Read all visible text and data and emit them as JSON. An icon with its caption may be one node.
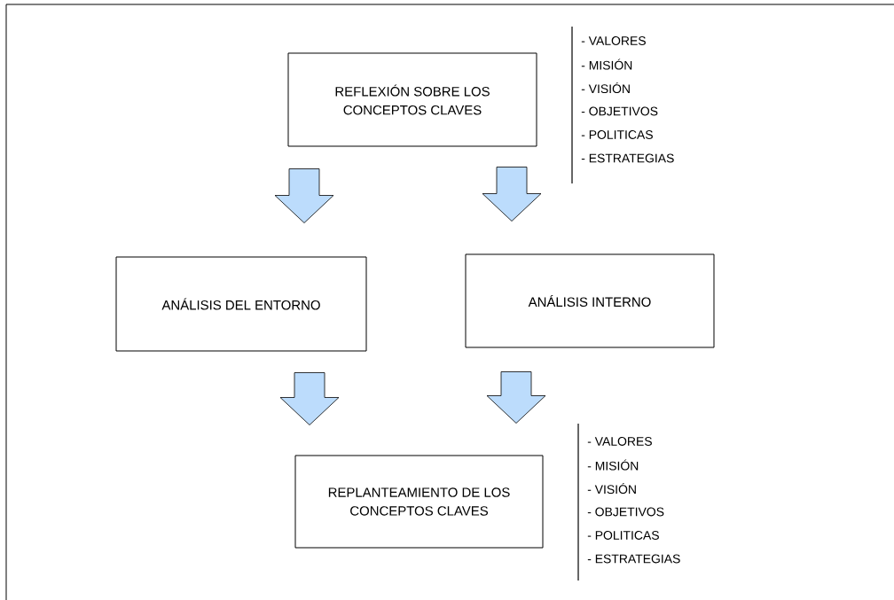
{
  "diagram": {
    "nodes": [
      {
        "text": [
          "REFLEXIÓN SOBRE LOS CONCEPTOS CLAVES"
        ]
      },
      {
        "text": [
          "ANÁLISIS DEL ENTORNO"
        ]
      },
      {
        "text": [
          "ANÁLISIS INTERNO"
        ]
      },
      {
        "text": [
          "REPLANTEAMIENTO DE LOS CONCEPTOS CLAVES"
        ]
      }
    ],
    "edges": [
      {
        "from": 0,
        "to": 1,
        "arrow": "to"
      },
      {
        "from": 0,
        "to": 2,
        "arrow": "to"
      },
      {
        "from": 1,
        "to": 3,
        "arrow": "to"
      },
      {
        "from": 2,
        "to": 3,
        "arrow": "to"
      }
    ],
    "labels": [
      "- VALORES",
      "- MISIÓN",
      "- VISIÓN",
      "- OBJETIVOS",
      "- POLITICAS",
      "- ESTRATEGIAS",
      "- VALORES",
      "- MISIÓN",
      "- VISIÓN",
      "- OBJETIVOS",
      "- POLITICAS",
      "- ESTRATEGIAS"
    ]
  }
}
